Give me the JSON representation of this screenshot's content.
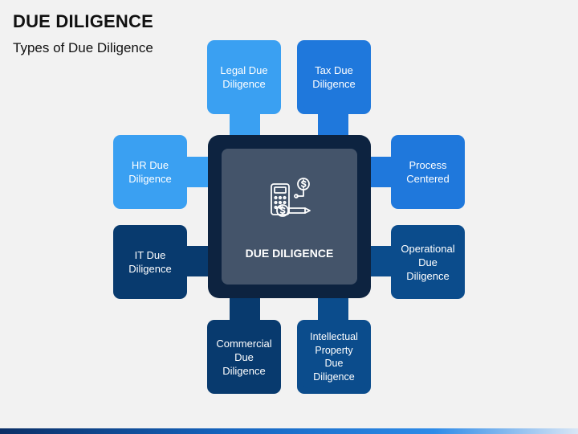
{
  "header": {
    "title": "DUE DILIGENCE",
    "subtitle": "Types of Due Diligence"
  },
  "center": {
    "label": "DUE DILIGENCE",
    "icon": "calculator-coins-pencil-icon"
  },
  "colors": {
    "light_blue": "#3aa0f2",
    "mid_blue": "#1f78dc",
    "dark_blue": "#0b4c8c",
    "navy": "#083a6e",
    "center_frame": "#0d2340",
    "center_fill": "#44546a"
  },
  "boxes": {
    "legal": "Legal Due\nDiligence",
    "tax": "Tax Due\nDiligence",
    "hr": "HR Due\nDiligence",
    "process": "Process\nCentered",
    "it": "IT Due\nDiligence",
    "operational": "Operational\nDue\nDiligence",
    "commercial": "Commercial\nDue\nDiligence",
    "ip": "Intellectual\nProperty\nDue\nDiligence"
  }
}
